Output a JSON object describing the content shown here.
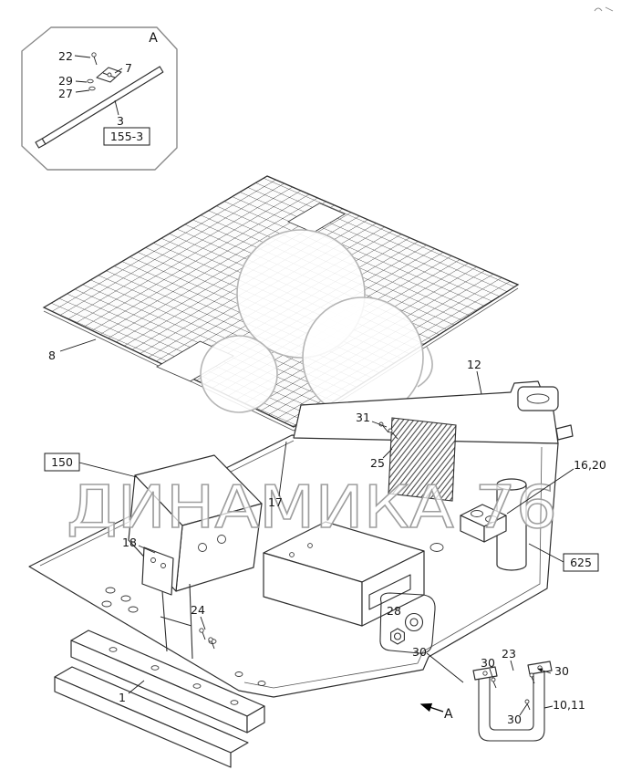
{
  "diagram": {
    "watermark": "ДИНАМИКА 76",
    "detail_a": {
      "title": "A",
      "ref": "155-3",
      "c22": "22",
      "c7": "7",
      "c29": "29",
      "c27": "27",
      "c3": "3"
    },
    "callouts": {
      "c8": "8",
      "c31": "31",
      "c25": "25",
      "c12": "12",
      "c16_20": "16,20",
      "ref150": "150",
      "c17": "17",
      "c18": "18",
      "ref625": "625",
      "c24": "24",
      "c1": "1",
      "c28": "28",
      "c30_a": "30",
      "c30_b": "30",
      "c23": "23",
      "c30_c": "30",
      "c30_d": "30",
      "c10_11": "10,11",
      "view_a": "A"
    }
  }
}
